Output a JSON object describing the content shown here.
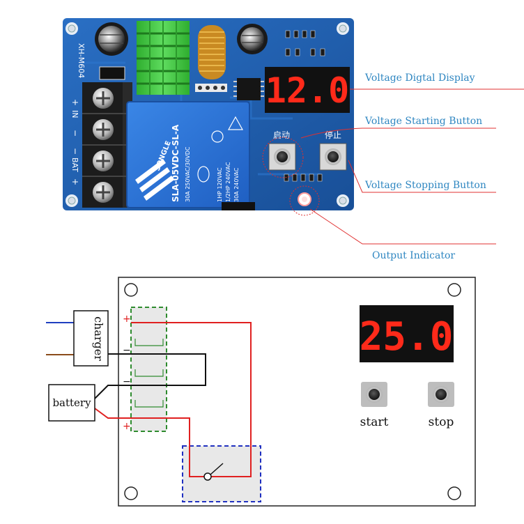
{
  "colors": {
    "pcb_blue": "#1f5fae",
    "relay_blue": "#2a6fd1",
    "heatsink_green": "#3fbf3f",
    "display_red": "#ff2a1a",
    "callout_blue": "#2e86c1",
    "callout_red_line": "#e03030",
    "wire_red": "#e02020",
    "wire_black": "#111111",
    "wire_blue": "#1f3fc0",
    "wire_brown": "#8a4b1a",
    "terminal_dashed_green": "#2e8b2e",
    "relay_dashed_blue": "#2030c0"
  },
  "photo": {
    "board_model": "XH-M604",
    "terminal_labels": [
      "+",
      "IN",
      "−",
      "−",
      "BAT",
      "+"
    ],
    "relay_brand": "SONGLE",
    "relay_model": "SLA-05VDC-SL-A",
    "relay_ratings": [
      "30A 250VAC/30VDC",
      "1HP 120VAC",
      "1/2HP 240VAC",
      "30A 240VAC"
    ],
    "display_value": "12.0",
    "start_label_cn": "启动",
    "stop_label_cn": "停止",
    "callouts": {
      "display": "Voltage Digtal Display",
      "start": "Voltage Starting Button",
      "stop": "Voltage Stopping Button",
      "output": "Output Indicator"
    },
    "icons": [
      "mounting-hole-icon",
      "screw-terminal-icon",
      "capacitor-icon",
      "inductor-icon",
      "heatsink-icon",
      "push-button-icon",
      "led-icon"
    ]
  },
  "diagram": {
    "charger_label": "charger",
    "battery_label": "battery",
    "display_value": "25.0",
    "start_label": "start",
    "stop_label": "stop",
    "polarity": [
      "+",
      "−",
      "−",
      "+"
    ],
    "icons": [
      "mounting-hole-icon",
      "push-button-icon",
      "relay-switch-icon"
    ]
  }
}
